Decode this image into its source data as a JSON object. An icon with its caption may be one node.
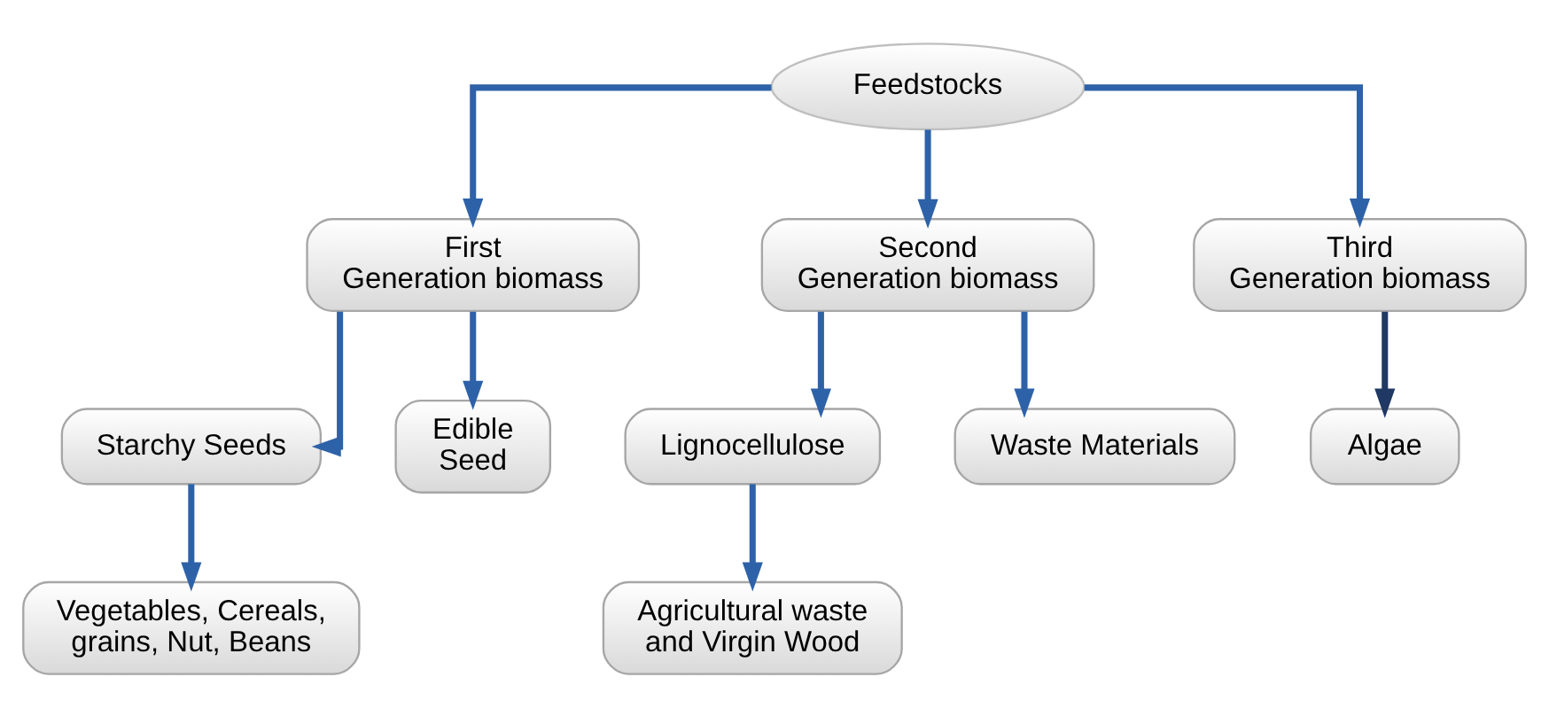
{
  "diagram": {
    "nodes": [
      {
        "text": [
          "Feedstocks"
        ]
      },
      {
        "text": [
          "First Generation biomass"
        ]
      },
      {
        "text": [
          "Second Generation biomass"
        ]
      },
      {
        "text": [
          "Third Generation biomass"
        ]
      },
      {
        "text": [
          "Algae"
        ]
      },
      {
        "text": [
          "Starchy Seeds"
        ]
      },
      {
        "text": [
          "Edible Seed"
        ]
      },
      {
        "text": [
          "Lignocellulose"
        ]
      },
      {
        "text": [
          "Waste Materials"
        ]
      },
      {
        "text": [
          "Vegetables, Cereals, grains, Nut, Beans"
        ]
      },
      {
        "text": [
          "Agricultural waste and Virgin Wood"
        ]
      }
    ],
    "edges": [
      {
        "from": 0,
        "to": 1,
        "arrow": "to"
      },
      {
        "from": 0,
        "to": 2,
        "arrow": "to"
      },
      {
        "from": 0,
        "to": 3,
        "arrow": "to"
      },
      {
        "from": 3,
        "to": 4,
        "arrow": "to",
        "color": "#1f3864"
      },
      {
        "from": 1,
        "to": 5,
        "arrow": "to"
      },
      {
        "from": 1,
        "to": 6,
        "arrow": "to"
      },
      {
        "from": 2,
        "to": 7,
        "arrow": "to"
      },
      {
        "from": 2,
        "to": 8,
        "arrow": "to"
      },
      {
        "from": 5,
        "to": 9,
        "arrow": "to"
      },
      {
        "from": 7,
        "to": 10,
        "arrow": "to"
      }
    ]
  }
}
